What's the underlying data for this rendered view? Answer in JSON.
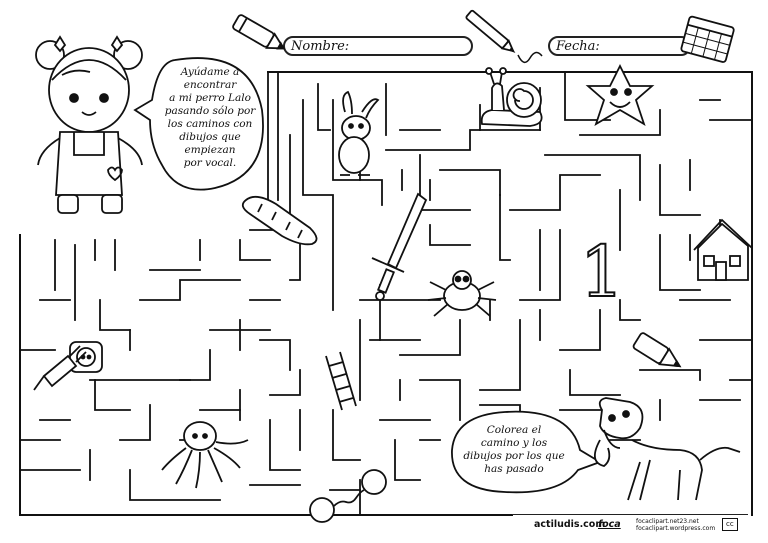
{
  "header": {
    "name_label": "Nombre:",
    "date_label": "Fecha:"
  },
  "bubble_top": {
    "text": "Ayúdame a\nencontrar\na mi perro Lalo\npasando sólo por\nlos caminos con\ndibujos que\nempiezan\npor vocal."
  },
  "bubble_bottom": {
    "text": "Colorea el\ncamino y los\ndibujos por los que\nhas pasado"
  },
  "maze": {
    "number_shown": "1"
  },
  "footer": {
    "site_brand": "actiludis.com",
    "author_brand": "foca",
    "credit_line_1": "focaclipart.net23.net",
    "credit_line_2": "focaclipart.wordpress.com",
    "license_badge": "cc"
  },
  "icons": [
    "girl-character-icon",
    "pencil-icon",
    "snail-icon",
    "star-face-icon",
    "calendar-icon",
    "rabbit-icon",
    "bread-icon",
    "sword-icon",
    "spider-icon",
    "house-icon",
    "plug-icon",
    "ladder-icon",
    "octopus-icon",
    "handcuffs-icon",
    "dog-icon",
    "pencil-stub-icon"
  ]
}
